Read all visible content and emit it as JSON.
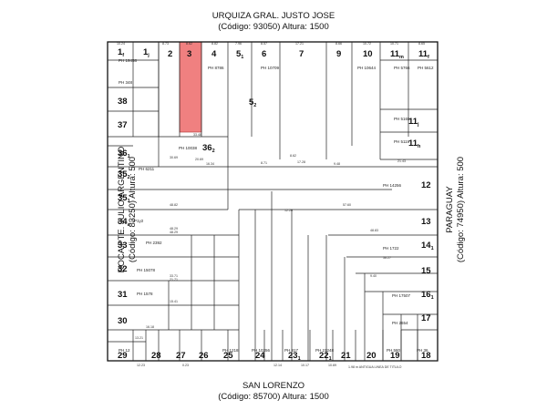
{
  "streets": {
    "north": {
      "name": "URQUIZA GRAL. JUSTO JOSE",
      "detail": "(Código: 93050) Altura: 1500"
    },
    "south": {
      "name": "SAN LORENZO",
      "detail": "(Código: 85700) Altura: 1500"
    },
    "west": {
      "name": "ROCA PTE. JULIO ARGENTINO",
      "detail": "(Código: 83250) Altura: 500"
    },
    "east": {
      "name": "PARAGUAY",
      "detail": "(Código: 74950) Altura: 500"
    }
  },
  "highlight_color": "#f08080",
  "highlighted_lot": "3",
  "lots": [
    {
      "id": "1f",
      "label": "1",
      "sub": "f"
    },
    {
      "id": "1j",
      "label": "1",
      "sub": "j"
    },
    {
      "id": "2",
      "label": "2"
    },
    {
      "id": "3",
      "label": "3"
    },
    {
      "id": "4",
      "label": "4"
    },
    {
      "id": "51",
      "label": "5",
      "sub": "1"
    },
    {
      "id": "6",
      "label": "6"
    },
    {
      "id": "7",
      "label": "7"
    },
    {
      "id": "9",
      "label": "9"
    },
    {
      "id": "10",
      "label": "10"
    },
    {
      "id": "11m",
      "label": "11",
      "sub": "m"
    },
    {
      "id": "11f",
      "label": "11",
      "sub": "f"
    },
    {
      "id": "38",
      "label": "38"
    },
    {
      "id": "37",
      "label": "37"
    },
    {
      "id": "52",
      "label": "5",
      "sub": "2"
    },
    {
      "id": "11j",
      "label": "11",
      "sub": "j"
    },
    {
      "id": "11h",
      "label": "11",
      "sub": "h"
    },
    {
      "id": "361",
      "label": "36",
      "sub": "1"
    },
    {
      "id": "362",
      "label": "36",
      "sub": "2"
    },
    {
      "id": "12",
      "label": "12"
    },
    {
      "id": "352",
      "label": "35",
      "sub": "2"
    },
    {
      "id": "351",
      "label": "35",
      "sub": "1"
    },
    {
      "id": "34a",
      "label": "34",
      "sub": "a"
    },
    {
      "id": "13",
      "label": "13"
    },
    {
      "id": "33",
      "label": "33"
    },
    {
      "id": "14",
      "label": "14",
      "sub": "1"
    },
    {
      "id": "32",
      "label": "32"
    },
    {
      "id": "15",
      "label": "15"
    },
    {
      "id": "31",
      "label": "31"
    },
    {
      "id": "16",
      "label": "16",
      "sub": "1"
    },
    {
      "id": "30",
      "label": "30"
    },
    {
      "id": "17",
      "label": "17"
    },
    {
      "id": "29",
      "label": "29"
    },
    {
      "id": "28",
      "label": "28"
    },
    {
      "id": "27",
      "label": "27"
    },
    {
      "id": "26",
      "label": "26"
    },
    {
      "id": "25",
      "label": "25"
    },
    {
      "id": "24",
      "label": "24"
    },
    {
      "id": "231",
      "label": "23",
      "sub": "1"
    },
    {
      "id": "221",
      "label": "22",
      "sub": "1"
    },
    {
      "id": "21",
      "label": "21"
    },
    {
      "id": "20",
      "label": "20"
    },
    {
      "id": "19",
      "label": "19"
    },
    {
      "id": "18",
      "label": "18"
    }
  ],
  "ph_labels": [
    "PH 19458",
    "PH 348",
    "PH 8786",
    "PH 10709",
    "PH 10644",
    "PH 5766",
    "PH 5612",
    "PH 5165",
    "PH 5119",
    "PH 10038",
    "PH 6211",
    "PH 14256",
    "SP1y2",
    "PH 2392",
    "PH 1722",
    "PH 15078",
    "PH 1578",
    "PH 17507",
    "PH 2654",
    "PH 12",
    "PH 1218",
    "PH 10356",
    "PH 817",
    "PH 21248",
    "PH 580",
    "PH 36"
  ],
  "dims": [
    "10.24",
    "8.73",
    "8.62",
    "8.82",
    "7.96",
    "8.57",
    "17.21",
    "8.66",
    "10.72",
    "10.71",
    "8.65",
    "33.48",
    "30.69",
    "20.69",
    "16.34",
    "8.71",
    "8.62",
    "17.28",
    "9.48",
    "21.43",
    "48.82",
    "48.29",
    "57.60",
    "48.83",
    "48.29",
    "36.27",
    "33.71",
    "21.71",
    "15.41",
    "12.20",
    "9.40",
    "16.18",
    "13.21",
    "12.23",
    "0.23",
    "12.14",
    "10.17",
    "10.69"
  ],
  "notes": {
    "south_line": "1.98 m ANTIGUA LINEA DE TITULO"
  }
}
